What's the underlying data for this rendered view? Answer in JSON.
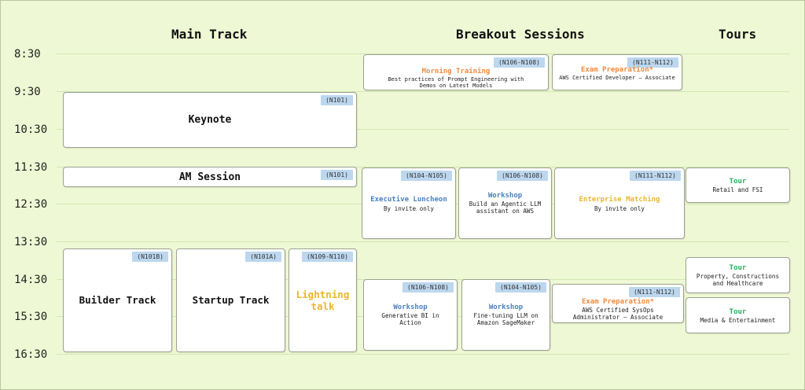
{
  "headers": {
    "main": "Main Track",
    "breakout": "Breakout Sessions",
    "tours": "Tours"
  },
  "times": [
    "8:30",
    "9:30",
    "10:30",
    "11:30",
    "12:30",
    "13:30",
    "14:30",
    "15:30",
    "16:30"
  ],
  "colors": {
    "background": "#eef8d4",
    "tag": "#bcd7ee",
    "orange": "#f08a3c",
    "blue": "#4a7fbf",
    "yellow": "#eab62c",
    "green": "#27ae60"
  },
  "sessions": {
    "keynote": {
      "tag": "(N101)",
      "title": "Keynote"
    },
    "am": {
      "tag": "(N101)",
      "title": "AM Session"
    },
    "builder": {
      "tag": "(N101B)",
      "title": "Builder Track"
    },
    "startup": {
      "tag": "(N101A)",
      "title": "Startup Track"
    },
    "lightning": {
      "tag": "(N109-N110)",
      "title": "Lightning talk"
    },
    "morning": {
      "tag": "(N106-N108)",
      "title": "Morning Training",
      "desc": "Best practices of Prompt Engineering with Demos on Latest Models"
    },
    "exam1": {
      "tag": "(N111-N112)",
      "title": "Exam Preparation*",
      "desc": "AWS Certified Developer – Associate"
    },
    "lunch": {
      "tag": "(N104-N105)",
      "title": "Executive Luncheon",
      "desc": "By invite only"
    },
    "ws1": {
      "tag": "(N106-N108)",
      "title": "Workshop",
      "desc": "Build an Agentic LLM assistant on AWS"
    },
    "enterprise": {
      "tag": "(N111-N112)",
      "title": "Enterprise Matching",
      "desc": "By invite only"
    },
    "ws2": {
      "tag": "(N106-N108)",
      "title": "Workshop",
      "desc": "Generative BI in Action"
    },
    "ws3": {
      "tag": "(N104-N105)",
      "title": "Workshop",
      "desc": "Fine-tuning LLM on Amazon SageMaker"
    },
    "exam2": {
      "tag": "(N111-N112)",
      "title": "Exam Preparation*",
      "desc": "AWS Certified SysOps Administrator – Associate"
    },
    "tour1": {
      "title": "Tour",
      "desc": "Retail and FSI"
    },
    "tour2": {
      "title": "Tour",
      "desc": "Property, Constructions and Healthcare"
    },
    "tour3": {
      "title": "Tour",
      "desc": "Media & Entertainment"
    }
  }
}
